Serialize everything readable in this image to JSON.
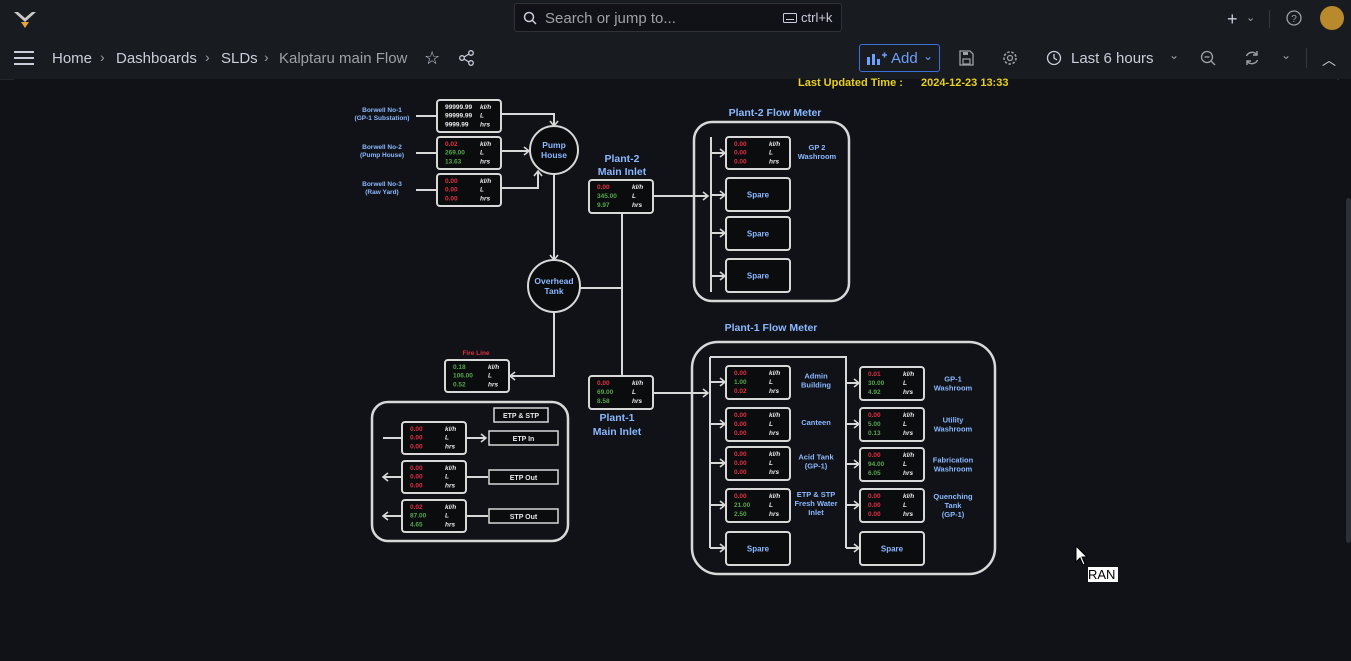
{
  "search": {
    "placeholder": "Search or jump to...",
    "shortcut": "ctrl+k"
  },
  "breadcrumbs": {
    "home": "Home",
    "dashboards": "Dashboards",
    "slds": "SLDs",
    "current": "Kalptaru main Flow"
  },
  "toolbar": {
    "add_label": "Add",
    "time_range": "Last 6 hours"
  },
  "updated": {
    "label": "Last Updated Time :",
    "value": "2024-12-23 13:33"
  },
  "colors": {
    "accent": "#3d71d9",
    "red": "#e02f44",
    "green": "#56a64b",
    "white": "#e8e8e8",
    "label_blue": "#8ab8ff",
    "gold": "#e8d11a",
    "box": "#d8d8d8"
  },
  "cursor_tag": "RAN",
  "units": {
    "flow": "kl/h",
    "vol": "L",
    "hrs": "hrs"
  },
  "diagram": {
    "borewells": [
      {
        "name1": "Borwell No-1",
        "name2": "(GP-1 Substation)",
        "vals": [
          "99999.99",
          "99999.99",
          "9999.99"
        ],
        "colors": [
          "w",
          "w",
          "w"
        ]
      },
      {
        "name1": "Borwell No-2",
        "name2": "(Pump House)",
        "vals": [
          "0.02",
          "269.00",
          "13.63"
        ],
        "colors": [
          "r",
          "g",
          "g"
        ]
      },
      {
        "name1": "Borwell No-3",
        "name2": "(Raw Yard)",
        "vals": [
          "0.00",
          "0.00",
          "0.00"
        ],
        "colors": [
          "r",
          "r",
          "r"
        ]
      }
    ],
    "pump_house": [
      "Pump",
      "House"
    ],
    "overhead_tank": [
      "Overhead",
      "Tank"
    ],
    "plant2_inlet": {
      "title1": "Plant-2",
      "title2": "Main Inlet",
      "vals": [
        "0.00",
        "345.00",
        "9.97"
      ],
      "colors": [
        "r",
        "g",
        "g"
      ]
    },
    "plant1_inlet": {
      "title1": "Plant-1",
      "title2": "Main Inlet",
      "vals": [
        "0.00",
        "69.00",
        "8.58"
      ],
      "colors": [
        "r",
        "g",
        "g"
      ]
    },
    "fire_line": {
      "title": "Fire Line",
      "vals": [
        "0.18",
        "106.00",
        "0.52"
      ],
      "colors": [
        "g",
        "g",
        "g"
      ]
    },
    "plant2_meter": {
      "title": "Plant-2 Flow Meter",
      "gp2": {
        "label1": "GP 2",
        "label2": "Washroom",
        "vals": [
          "0.00",
          "0.00",
          "0.00"
        ],
        "colors": [
          "r",
          "r",
          "r"
        ]
      },
      "spare": "Spare"
    },
    "plant1_meter": {
      "title": "Plant-1 Flow Meter",
      "left": [
        {
          "label": [
            "Admin",
            "Building"
          ],
          "vals": [
            "0.00",
            "1.00",
            "0.02"
          ],
          "colors": [
            "r",
            "g",
            "r"
          ]
        },
        {
          "label": [
            "Canteen"
          ],
          "vals": [
            "0.00",
            "0.00",
            "0.00"
          ],
          "colors": [
            "r",
            "r",
            "r"
          ]
        },
        {
          "label": [
            "Acid Tank",
            "(GP-1)"
          ],
          "vals": [
            "0.00",
            "0.00",
            "0.00"
          ],
          "colors": [
            "r",
            "r",
            "r"
          ]
        },
        {
          "label": [
            "ETP & STP",
            "Fresh Water",
            "Inlet"
          ],
          "vals": [
            "0.00",
            "21.00",
            "2.50"
          ],
          "colors": [
            "r",
            "g",
            "g"
          ]
        }
      ],
      "right": [
        {
          "label": [
            "GP-1",
            "Washroom"
          ],
          "vals": [
            "0.01",
            "30.00",
            "4.92"
          ],
          "colors": [
            "r",
            "g",
            "g"
          ]
        },
        {
          "label": [
            "Utility",
            "Washroom"
          ],
          "vals": [
            "0.00",
            "5.00",
            "0.13"
          ],
          "colors": [
            "r",
            "g",
            "g"
          ]
        },
        {
          "label": [
            "Fabrication",
            "Washroom"
          ],
          "vals": [
            "0.00",
            "94.00",
            "6.05"
          ],
          "colors": [
            "r",
            "g",
            "g"
          ]
        },
        {
          "label": [
            "Quenching",
            "Tank",
            "(GP-1)"
          ],
          "vals": [
            "0.00",
            "0.00",
            "0.00"
          ],
          "colors": [
            "r",
            "r",
            "r"
          ]
        }
      ]
    },
    "etp": {
      "title": "ETP & STP",
      "rows": [
        {
          "label": "ETP In",
          "vals": [
            "0.00",
            "0.00",
            "0.00"
          ],
          "colors": [
            "r",
            "r",
            "r"
          ]
        },
        {
          "label": "ETP Out",
          "vals": [
            "0.00",
            "0.00",
            "0.00"
          ],
          "colors": [
            "r",
            "r",
            "r"
          ]
        },
        {
          "label": "STP Out",
          "vals": [
            "0.02",
            "87.00",
            "4.65"
          ],
          "colors": [
            "r",
            "g",
            "g"
          ]
        }
      ]
    }
  }
}
